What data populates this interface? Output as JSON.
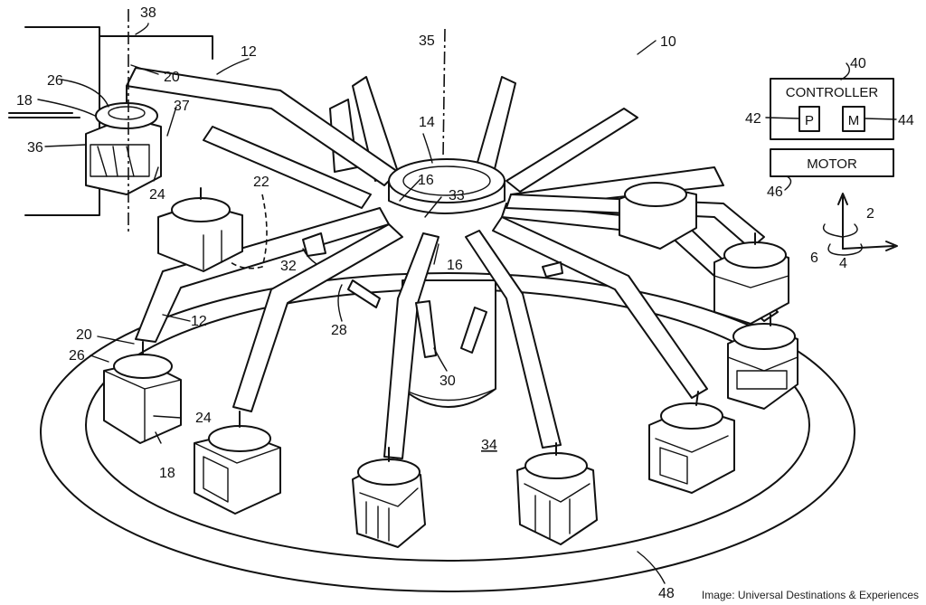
{
  "diagram": {
    "credit": "Image: Universal Destinations & Experiences",
    "controller_box": {
      "title": "CONTROLLER",
      "processor": "P",
      "memory": "M"
    },
    "motor_box": {
      "title": "MOTOR"
    },
    "reference_numerals": {
      "ride_system": "10",
      "arm_top": "12",
      "arm_left": "12",
      "hub": "14",
      "joint_a": "16",
      "joint_b": "16",
      "vehicle_detail": "18",
      "vehicle_front": "18",
      "post_detail": "20",
      "post_front": "20",
      "path": "22",
      "cabin_detail": "24",
      "cabin_front": "24",
      "rotor_detail": "26",
      "rotor_front": "26",
      "actuator_28": "28",
      "actuator_30": "30",
      "bracket": "32",
      "hub_plate": "33",
      "platform": "34",
      "central_axis": "35",
      "track": "36",
      "gap": "37",
      "vehicle_axis": "38",
      "controller": "40",
      "processor": "42",
      "memory": "44",
      "motor": "46",
      "base": "48",
      "axis_2": "2",
      "axis_4": "4",
      "axis_6": "6"
    }
  }
}
